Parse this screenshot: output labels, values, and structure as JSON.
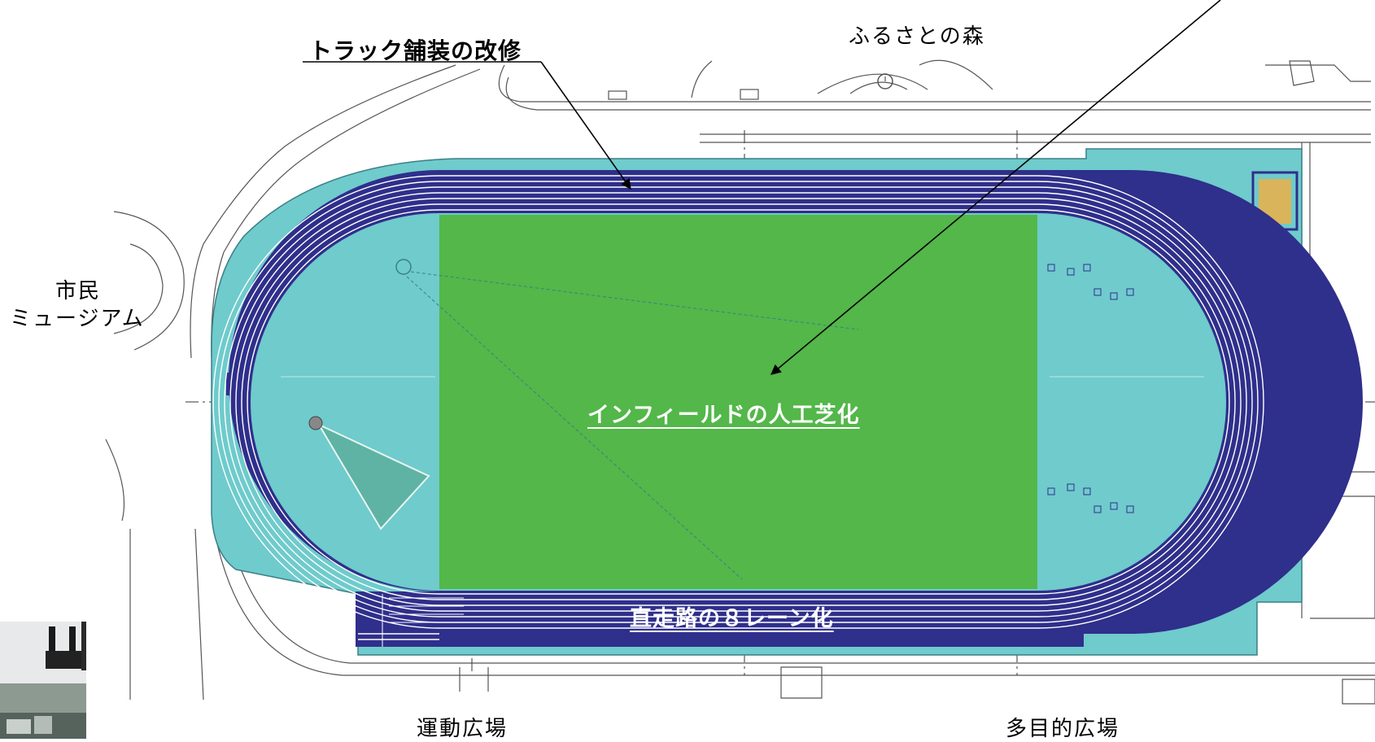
{
  "labels": {
    "forest": "ふるさとの森",
    "museum_line1": "市民",
    "museum_line2": "ミュージアム",
    "sports_plaza": "運動広場",
    "multipurpose_plaza": "多目的広場"
  },
  "callouts": {
    "track_paving": "トラック舗装の改修",
    "infield_turf": "インフィールドの人工芝化",
    "straight_8lane": "直走路の８レーン化"
  },
  "colors": {
    "apron": "#6fcbcc",
    "track": "#2f2f8c",
    "lane_line": "#ffffff",
    "turf": "#53b749",
    "pit": "#d9b45a",
    "linework": "#555555"
  },
  "icons": {
    "clock": "clock-icon",
    "photo": "construction-photo"
  }
}
